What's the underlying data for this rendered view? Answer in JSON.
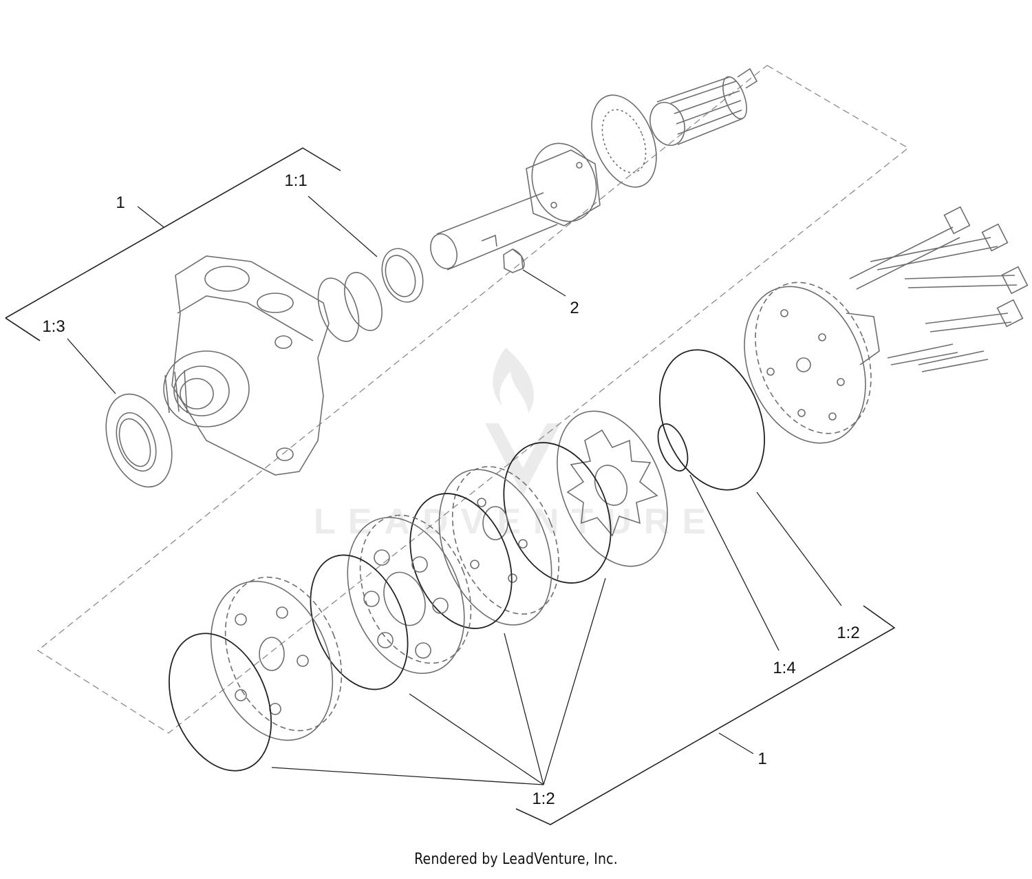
{
  "callouts": {
    "assembly_top": "1",
    "seal_top": "1:1",
    "key": "2",
    "washer_left": "1:3",
    "oring_large_right": "1:2",
    "oring_small_right": "1:4",
    "assembly_bottom": "1",
    "oring_group_bottom": "1:2"
  },
  "watermark": {
    "text": "LEADVENTURE",
    "icon": "flame-logo-icon"
  },
  "footer": {
    "text": "Rendered by LeadVenture, Inc."
  },
  "colors": {
    "linework": "#6d6d6d",
    "leader": "#222222",
    "watermark": "#ebebeb"
  }
}
